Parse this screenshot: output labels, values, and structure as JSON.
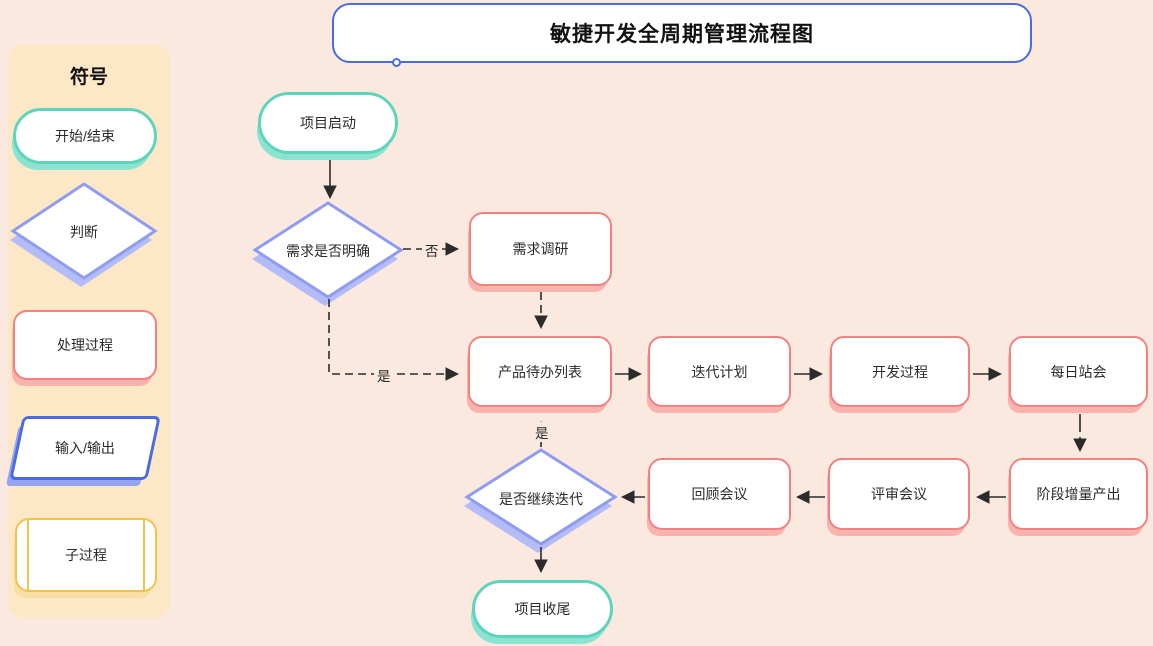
{
  "title": "敏捷开发全周期管理流程图",
  "legend": {
    "header": "符号",
    "items": [
      {
        "label": "开始/结束",
        "shape": "stadium",
        "color": "teal"
      },
      {
        "label": "判断",
        "shape": "diamond",
        "color": "periwinkle"
      },
      {
        "label": "处理过程",
        "shape": "rounded-rect",
        "color": "red"
      },
      {
        "label": "输入/输出",
        "shape": "parallelogram",
        "color": "blue"
      },
      {
        "label": "子过程",
        "shape": "subprocess-rect",
        "color": "yellow"
      }
    ]
  },
  "nodes": {
    "start": "项目启动",
    "requirement_clear": "需求是否明确",
    "research": "需求调研",
    "backlog": "产品待办列表",
    "iteration_plan": "迭代计划",
    "development": "开发过程",
    "daily_standup": "每日站会",
    "increment_output": "阶段增量产出",
    "review_meeting": "评审会议",
    "retrospective_meeting": "回顾会议",
    "continue_iteration": "是否继续迭代",
    "closure": "项目收尾"
  },
  "edge_labels": {
    "no": "否",
    "yes_branch": "是",
    "yes_loop": "是"
  },
  "colors": {
    "page_bg": "#fbe9df",
    "panel_bg": "#fce7c7",
    "teal": "#5fd4bc",
    "teal_shadow": "#8ce3d2",
    "red": "#f48080",
    "red_shadow": "#f8b3ae",
    "periwinkle": "#8e9cf1",
    "periwinkle_shadow": "#b3bcf7",
    "blue": "#4a6be1",
    "blue_shadow": "#93a4f0",
    "yellow": "#f2c14e",
    "yellow_shadow": "#f8dfa3",
    "text": "#2b2b2b"
  }
}
